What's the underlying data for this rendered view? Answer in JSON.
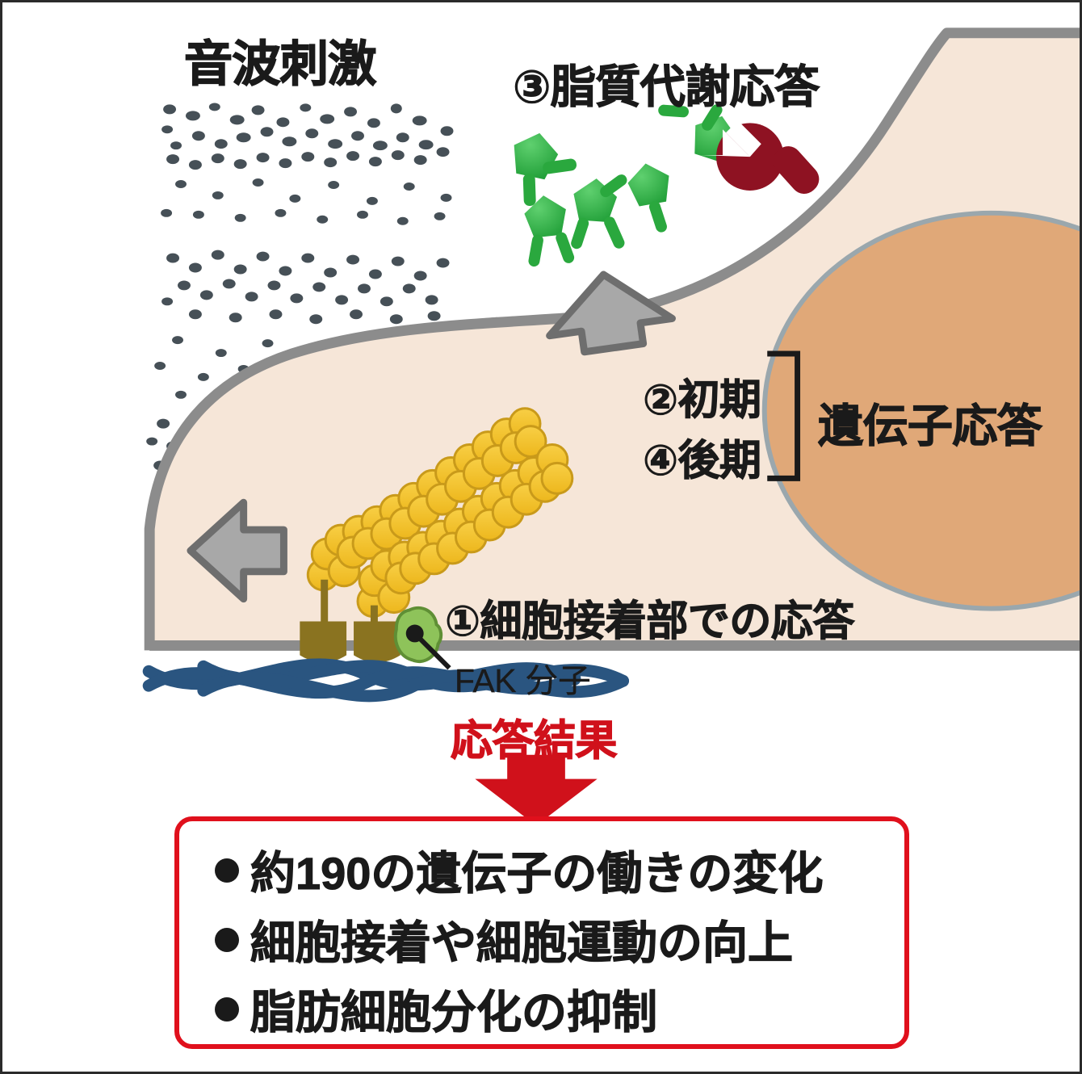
{
  "figure": {
    "type": "diagram",
    "subject": "cell mechanobiology response to sound-wave stimulation"
  },
  "labels": {
    "sound_stimulus": "音波刺激",
    "lipid_response": "③脂質代謝応答",
    "early_phase": "②初期",
    "late_phase": "④後期",
    "gene_response": "遺伝子応答",
    "adhesion_response": "①細胞接着部での応答",
    "fak_molecule": "FAK 分子",
    "result_heading": "応答結果"
  },
  "results": {
    "items": [
      "約190の遺伝子の働きの変化",
      "細胞接着や細胞運動の向上",
      "脂肪細胞分化の抑制"
    ]
  },
  "colors": {
    "cytoplasm": "#f6e6d8",
    "cytoplasm_edge": "#f0ddcb",
    "membrane": "#8c8c8c",
    "nucleus": "#e0a878",
    "nucleus_outline": "#9aa7ad",
    "actin": "#f2c12e",
    "actin_outline": "#c99a1a",
    "focal_adhesion": "#8a7320",
    "ecm_fiber": "#2a5580",
    "fak": "#8ec35a",
    "fak_outline": "#5f8f35",
    "ligand": "#34b24a",
    "receptor": "#8e1222",
    "arrow_fill": "#a8a8a8",
    "arrow_outline": "#6e6e6e",
    "particles": "#465057",
    "result_red": "#d0111b",
    "box_red": "#e0101c",
    "text": "#1a1a1a",
    "frame": "#2b2b2b"
  },
  "icons": {
    "up_arrow": "arrow-up-icon",
    "left_arrow": "arrow-left-icon",
    "down_arrow": "arrow-down-icon",
    "bracket": "bracket-icon",
    "bullet": "bullet-dot-icon"
  }
}
